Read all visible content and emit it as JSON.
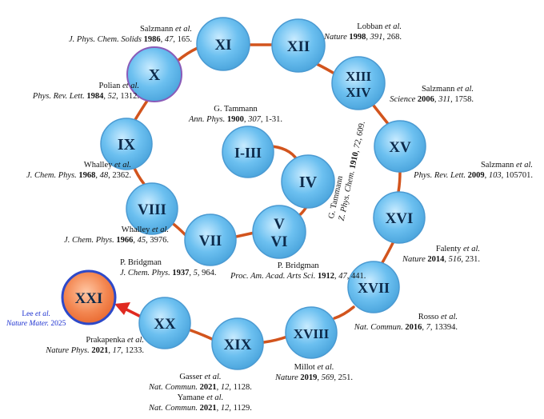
{
  "colors": {
    "node_fill": "#5fb6ea",
    "node_fill_light": "#bfe4fa",
    "node_edge": "#4a9ad2",
    "connector": "#d2541d",
    "highlight_edge": "#8a5bb8",
    "new_fill": "#f07a45",
    "new_edge": "#2d49c9",
    "arrow": "#e02a20",
    "new_ref_text": "#1a2fd0"
  },
  "nodes": {
    "I_III": "I-III",
    "IV": "IV",
    "V_VI": [
      "V",
      "VI"
    ],
    "VII": "VII",
    "VIII": "VIII",
    "IX": "IX",
    "X": "X",
    "XI": "XI",
    "XII": "XII",
    "XIII_XIV": [
      "XIII",
      "XIV"
    ],
    "XV": "XV",
    "XVI": "XVI",
    "XVII": "XVII",
    "XVIII": "XVIII",
    "XIX": "XIX",
    "XX": "XX",
    "XXI": "XXI"
  },
  "references": {
    "tammann1900": {
      "authors": "G. Tammann",
      "journal": "Ann. Phys.",
      "year": "1900",
      "volume": "307",
      "pages": "1-31."
    },
    "tammann1910": {
      "authors": "G. Tammann",
      "journal": "Z. Phys. Chem.",
      "year": "1910",
      "volume": "72",
      "pages": "609."
    },
    "bridgman1912": {
      "authors": "P. Bridgman",
      "journal": "Proc. Am. Acad. Arts Sci.",
      "year": "1912",
      "volume": "47",
      "pages": "441."
    },
    "bridgman1937": {
      "authors": "P. Bridgman",
      "journal": "J. Chem. Phys.",
      "year": "1937",
      "volume": "5",
      "pages": "964."
    },
    "whalley1966": {
      "authors": "Whalley",
      "etal": "et al.",
      "journal": "J. Chem. Phys.",
      "year": "1966",
      "volume": "45",
      "pages": "3976."
    },
    "whalley1968": {
      "authors": "Whalley",
      "etal": "et al.",
      "journal": "J. Chem. Phys.",
      "year": "1968",
      "volume": "48",
      "pages": "2362."
    },
    "polian1984": {
      "authors": "Polian",
      "etal": "et al.",
      "journal": "Phys. Rev. Lett.",
      "year": "1984",
      "volume": "52",
      "pages": "1312."
    },
    "salzmann1986": {
      "authors": "Salzmann",
      "etal": "et al.",
      "journal": "J. Phys. Chem. Solids",
      "year": "1986",
      "volume": "47",
      "pages": "165."
    },
    "lobban1998": {
      "authors": "Lobban",
      "etal": "et al.",
      "journal": "Nature",
      "year": "1998",
      "volume": "391",
      "pages": "268."
    },
    "salzmann2006": {
      "authors": "Salzmann",
      "etal": "et al.",
      "journal": "Science",
      "year": "2006",
      "volume": "311",
      "pages": "1758."
    },
    "salzmann2009": {
      "authors": "Salzmann",
      "etal": "et al.",
      "journal": "Phys. Rev. Lett.",
      "year": "2009",
      "volume": "103",
      "pages": "105701."
    },
    "falenty2014": {
      "authors": "Falenty",
      "etal": "et al.",
      "journal": "Nature",
      "year": "2014",
      "volume": "516",
      "pages": "231."
    },
    "rosso2016": {
      "authors": "Rosso",
      "etal": "et al.",
      "journal": "Nat. Commun.",
      "year": "2016",
      "volume": "7",
      "pages": "13394."
    },
    "millot2019": {
      "authors": "Millot",
      "etal": "et al.",
      "journal": "Nature",
      "year": "2019",
      "volume": "569",
      "pages": "251."
    },
    "gasser2021": {
      "authors": "Gasser",
      "etal": "et al.",
      "journal": "Nat. Commun.",
      "year": "2021",
      "volume": "12",
      "pages": "1128."
    },
    "yamane2021": {
      "authors": "Yamane",
      "etal": "et al.",
      "journal": "Nat. Commun.",
      "year": "2021",
      "volume": "12",
      "pages": "1129."
    },
    "prakapenka2021": {
      "authors": "Prakapenka",
      "etal": "et al.",
      "journal": "Nature Phys.",
      "year": "2021",
      "volume": "17",
      "pages": "1233."
    },
    "lee2025": {
      "authors": "Lee",
      "etal": "et al.",
      "journal": "Nature Mater.",
      "year": "2025"
    }
  }
}
